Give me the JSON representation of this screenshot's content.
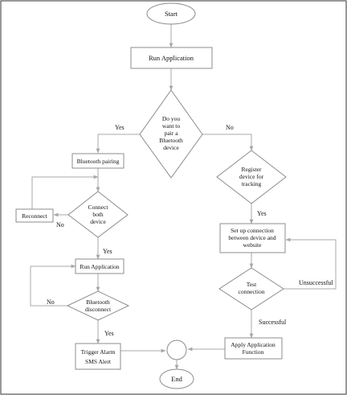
{
  "colors": {
    "node_stroke": "#8c8c8c",
    "connector": "#a8a8a8",
    "frame": "#333333",
    "text": "#111111",
    "background": "#ffffff"
  },
  "nodes": {
    "start": "Start",
    "run_application_1": "Run Application",
    "pair_decision": [
      "Do you",
      "want to",
      "pair a",
      "Bluetooth",
      "device"
    ],
    "bluetooth_pairing": "Bluetooth pairing",
    "connect_decision": [
      "Connect",
      "both",
      "device"
    ],
    "reconnect": "Reconnect",
    "register_decision": [
      "Register",
      "device for",
      "tracking"
    ],
    "setup_connection": [
      "Set up connection",
      "between device and",
      "website"
    ],
    "test_decision": [
      "Test",
      "connection"
    ],
    "run_application_2": "Run Application",
    "disconnect_decision": [
      "Bluetooth",
      "disconnect"
    ],
    "trigger_alarm": [
      "Trigger Alarm",
      "SMS Alert"
    ],
    "apply_function": [
      "Apply Application",
      "Function"
    ],
    "end": "End"
  },
  "edge_labels": {
    "pair_yes": "Yes",
    "pair_no": "No",
    "connect_no": "No",
    "connect_yes": "Yes",
    "register_yes": "Yes",
    "test_unsuccessful": "Unsuccessful",
    "test_successful": "Successful",
    "disconnect_no": "No",
    "disconnect_yes": "Yes"
  }
}
